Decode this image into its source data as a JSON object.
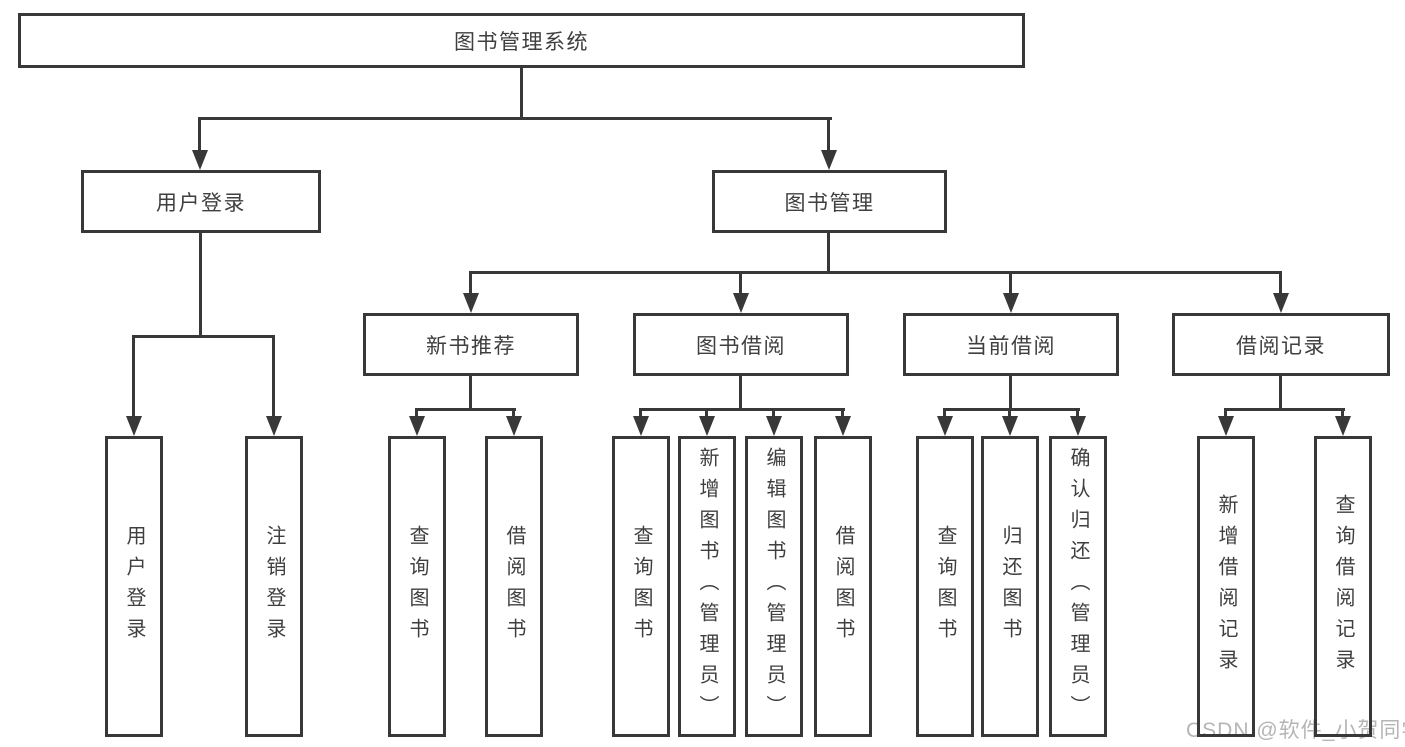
{
  "diagram": {
    "title": "图书管理系统",
    "branches": [
      {
        "label": "用户登录",
        "children": [
          {
            "label": "用户登录"
          },
          {
            "label": "注销登录"
          }
        ]
      },
      {
        "label": "图书管理",
        "children": [
          {
            "label": "新书推荐",
            "children": [
              {
                "label": "查询图书"
              },
              {
                "label": "借阅图书"
              }
            ]
          },
          {
            "label": "图书借阅",
            "children": [
              {
                "label": "查询图书"
              },
              {
                "label": "新增图书（管理员）"
              },
              {
                "label": "编辑图书（管理员）"
              },
              {
                "label": "借阅图书"
              }
            ]
          },
          {
            "label": "当前借阅",
            "children": [
              {
                "label": "查询图书"
              },
              {
                "label": "归还图书"
              },
              {
                "label": "确认归还（管理员）"
              }
            ]
          },
          {
            "label": "借阅记录",
            "children": [
              {
                "label": "新增借阅记录"
              },
              {
                "label": "查询借阅记录"
              }
            ]
          }
        ]
      }
    ]
  },
  "watermark": {
    "text": "CSDN @软件_小贺同学"
  },
  "colors": {
    "line": "#383838",
    "text": "#3f3f3f",
    "background": "#ffffff",
    "watermark": "#b5b5b5"
  }
}
